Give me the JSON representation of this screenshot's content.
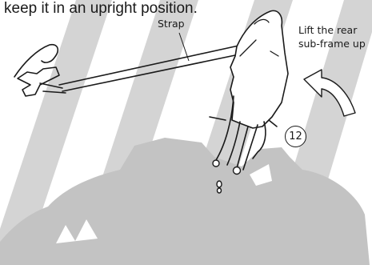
{
  "instruction_text": "keep it in an upright position.",
  "labels": {
    "strap": "Strap",
    "lift_line_1": "Lift the rear",
    "lift_line_2": "sub-frame up"
  },
  "step_number": "12",
  "colors": {
    "watermark": "#d4d4d4",
    "silhouette": "#c3c3c3",
    "linework": "#1a1a1a",
    "background": "#ffffff"
  },
  "icons": {
    "lift_direction": "curved-up-arrow-icon",
    "step": "circled-number-badge"
  }
}
